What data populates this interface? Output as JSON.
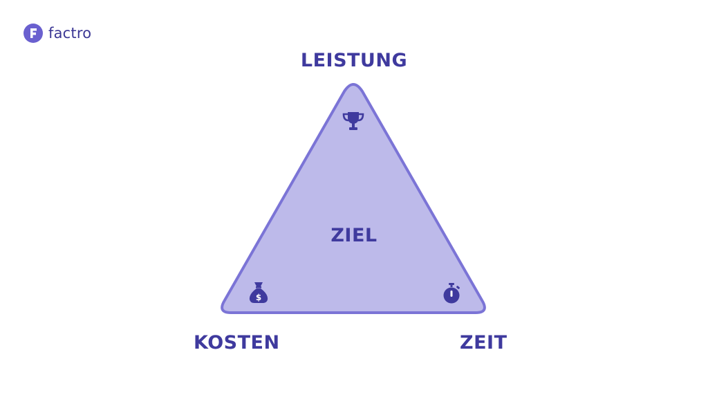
{
  "brand": {
    "logo_letter": "F",
    "name": "factro"
  },
  "diagram": {
    "type": "project-management-triangle",
    "center_label": "ZIEL",
    "vertices": [
      {
        "position": "top",
        "label": "LEISTUNG",
        "icon": "trophy-icon"
      },
      {
        "position": "bottom-left",
        "label": "KOSTEN",
        "icon": "money-bag-icon"
      },
      {
        "position": "bottom-right",
        "label": "ZEIT",
        "icon": "stopwatch-icon"
      }
    ]
  },
  "colors": {
    "text": "#3f3a9e",
    "triangle_fill": "#bdbaea",
    "triangle_stroke": "#7b74d6",
    "logo_mark": "#6a60cf",
    "background": "#ffffff"
  }
}
